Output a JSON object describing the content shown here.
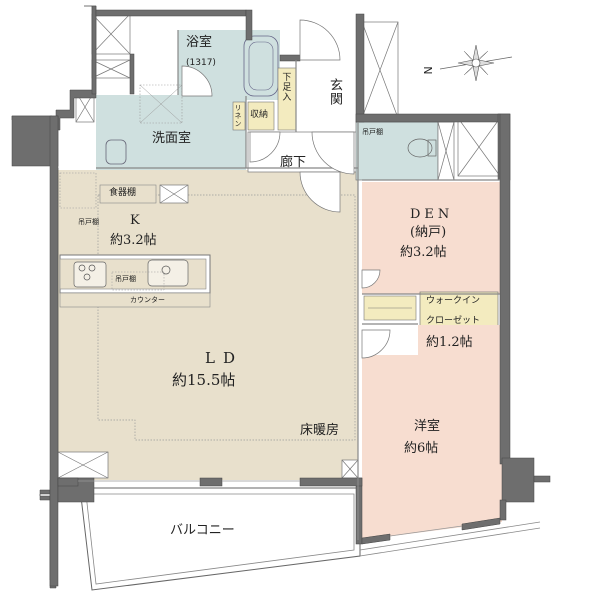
{
  "compass": {
    "label": "N",
    "icon": "compass-rose-icon"
  },
  "rooms": {
    "bathroom": {
      "name": "浴室",
      "size": "(1317)"
    },
    "washroom": {
      "name": "洗面室"
    },
    "linen": {
      "name": "リネン"
    },
    "storage": {
      "name": "収納"
    },
    "shoe_closet": {
      "name": "下足入"
    },
    "entrance": {
      "name": "玄関"
    },
    "hallway": {
      "name": "廊下"
    },
    "toilet": {
      "hanging_shelf": "吊戸棚"
    },
    "kitchen": {
      "name": "K",
      "area": "約3.2帖",
      "cupboard": "食器棚",
      "hanging_shelf_1": "吊戸棚",
      "hanging_shelf_2": "吊戸棚",
      "counter": "カウンター"
    },
    "ld": {
      "name": "LD",
      "area": "約15.5帖",
      "floor_heating": "床暖房"
    },
    "den": {
      "name": "DEN",
      "sub": "(納戸)",
      "area": "約3.2帖"
    },
    "wic": {
      "line1": "ウォークイン",
      "line2": "クローゼット",
      "area": "約1.2帖"
    },
    "western": {
      "name": "洋室",
      "area": "約6帖"
    },
    "balcony": {
      "name": "バルコニー"
    }
  },
  "colors": {
    "wall": "#6e6e6e",
    "wet_area": "#cfe0df",
    "living": "#e8e0cc",
    "bedroom": "#f7ddd0",
    "storage": "#f3ebbf",
    "line": "#555555"
  }
}
